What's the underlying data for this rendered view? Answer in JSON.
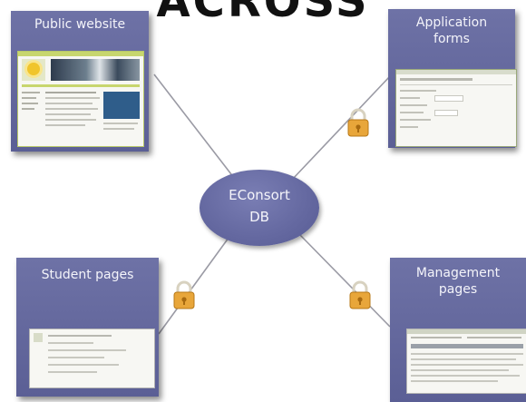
{
  "header": {
    "title_fragment": "ACROSS"
  },
  "hub": {
    "label": "EConsort\nDB"
  },
  "nodes": {
    "public_website": {
      "label": "Public website"
    },
    "application_forms": {
      "label": "Application\nforms"
    },
    "student_pages": {
      "label": "Student pages"
    },
    "management_pages": {
      "label": "Management\npages"
    }
  },
  "icons": {
    "lock": "padlock-icon"
  },
  "colors": {
    "node_fill": "#6266a0",
    "line": "#9a9aa4",
    "lock_body": "#e8a63a",
    "text": "#f4f4fa"
  }
}
